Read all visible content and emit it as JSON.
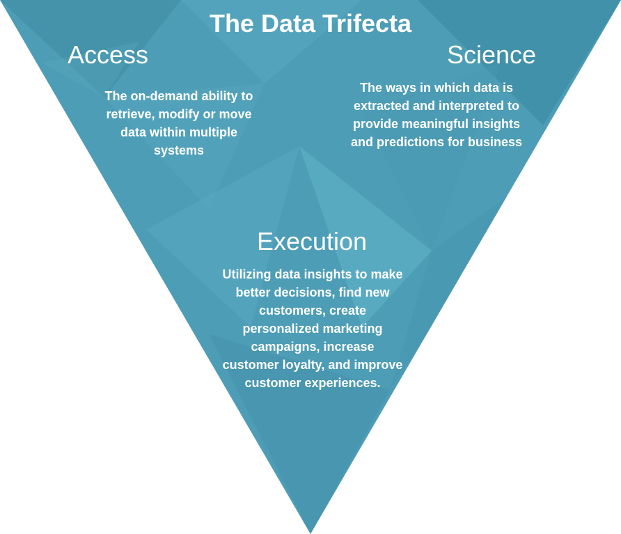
{
  "title": "The Data Trifecta",
  "sections": {
    "access": {
      "heading": "Access",
      "description": "The on-demand ability to retrieve, modify or move data within multiple systems"
    },
    "science": {
      "heading": "Science",
      "description": "The ways in which data is extracted and interpreted to provide meaningful insights and predictions for business"
    },
    "execution": {
      "heading": "Execution",
      "description": "Utilizing data insights to make better decisions, find new customers, create personalized marketing campaigns, increase customer loyalty, and improve customer experiences."
    }
  },
  "colors": {
    "triangle_base": "#4d9db6",
    "triangle_light": "#5fb0c7",
    "triangle_dark": "#3f8aa3",
    "text": "#ffffff"
  }
}
